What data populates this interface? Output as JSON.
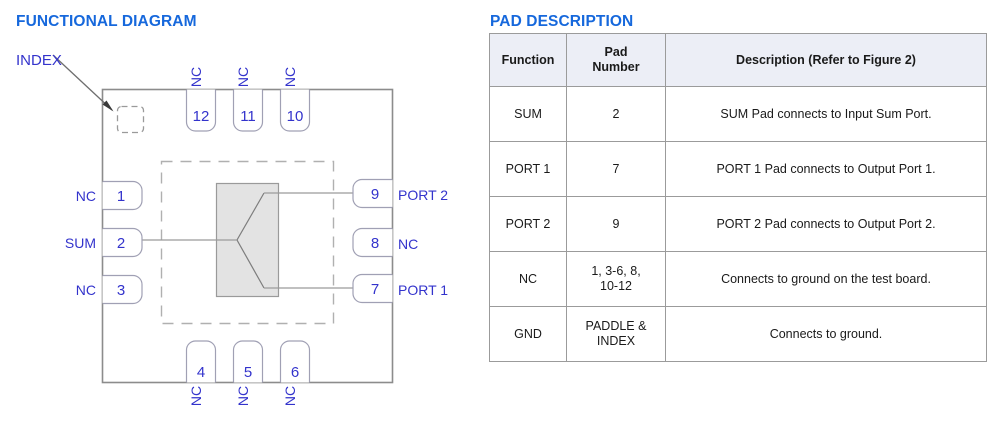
{
  "sections": {
    "functional": {
      "title": "FUNCTIONAL DIAGRAM"
    },
    "pad": {
      "title": "PAD DESCRIPTION"
    }
  },
  "colors": {
    "title_blue": "#1668dc",
    "label_blue": "#3333cc",
    "outline_gray": "#8c8c8c",
    "pin_outline": "#a0a0b4",
    "splitter_fill": "#e3e3e3",
    "table_border": "#9b9b9b",
    "header_bg": "#eceef6"
  },
  "diagram": {
    "index_label": "INDEX",
    "pins": [
      {
        "number": "1",
        "label": "NC",
        "side": "left"
      },
      {
        "number": "2",
        "label": "SUM",
        "side": "left"
      },
      {
        "number": "3",
        "label": "NC",
        "side": "left"
      },
      {
        "number": "4",
        "label": "NC",
        "side": "bottom"
      },
      {
        "number": "5",
        "label": "NC",
        "side": "bottom"
      },
      {
        "number": "6",
        "label": "NC",
        "side": "bottom"
      },
      {
        "number": "7",
        "label": "PORT 1",
        "side": "right"
      },
      {
        "number": "8",
        "label": "NC",
        "side": "right"
      },
      {
        "number": "9",
        "label": "PORT 2",
        "side": "right"
      },
      {
        "number": "10",
        "label": "NC",
        "side": "top"
      },
      {
        "number": "11",
        "label": "NC",
        "side": "top"
      },
      {
        "number": "12",
        "label": "NC",
        "side": "top"
      }
    ]
  },
  "pad_table": {
    "headers": [
      "Function",
      "Pad\nNumber",
      "Description (Refer to Figure 2)"
    ],
    "header_function": "Function",
    "header_padnumber_line1": "Pad",
    "header_padnumber_line2": "Number",
    "header_description": "Description (Refer to Figure 2)",
    "rows": [
      {
        "function": "SUM",
        "pad_number": "2",
        "pad_number_line2": "",
        "description": "SUM Pad connects to Input Sum Port."
      },
      {
        "function": "PORT 1",
        "pad_number": "7",
        "pad_number_line2": "",
        "description": "PORT 1 Pad connects to Output Port 1."
      },
      {
        "function": "PORT 2",
        "pad_number": "9",
        "pad_number_line2": "",
        "description": "PORT 2 Pad connects to Output Port 2."
      },
      {
        "function": "NC",
        "pad_number": "1, 3-6, 8,",
        "pad_number_line2": "10-12",
        "description": "Connects to ground on the test board."
      },
      {
        "function": "GND",
        "pad_number": "PADDLE &",
        "pad_number_line2": "INDEX",
        "description": "Connects to ground."
      }
    ]
  }
}
